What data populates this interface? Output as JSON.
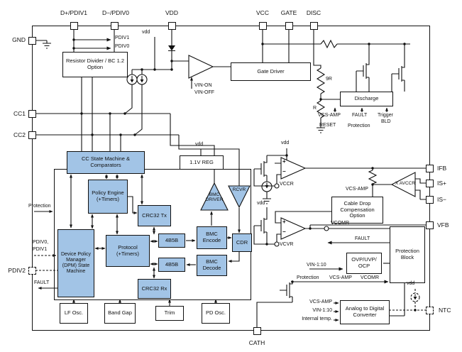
{
  "pins": {
    "d_plus_pdiv1": "D+/PDIV1",
    "d_minus_pdiv0": "D−/PDIV0",
    "vdd": "VDD",
    "vcc": "VCC",
    "gate": "GATE",
    "disc": "DISC",
    "gnd": "GND",
    "cc1": "CC1",
    "cc2": "CC2",
    "pdiv2": "PDIV2",
    "ifb": "IFB",
    "is_plus": "IS+",
    "is_minus": "IS−",
    "vfb": "VFB",
    "ntc": "NTC",
    "cath": "CATH"
  },
  "blocks": {
    "resistor_divider": "Resistor Divider / BC 1.2 Option",
    "gate_driver": "Gate Driver",
    "discharge": "Discharge",
    "reg_1v1": "1.1V REG",
    "cc_state_machine": "CC State Machine & Comparators",
    "policy_engine": "Policy Engine (+Timers)",
    "crc32_tx": "CRC32 Tx",
    "dpm": "Device Policy Manager (DPM) State Machine",
    "protocol": "Protocol (+Timers)",
    "encoder_4b5b": "4B5B",
    "decoder_4b5b": "4B5B",
    "bmc_encode": "BMC Encode",
    "cdr": "CDR",
    "bmc_decode": "BMC Decode",
    "crc32_rx": "CRC32 Rx",
    "bmc_driver": "BMC DRIVER",
    "rcvr": "RCVR",
    "x_gain": "X AVCCR",
    "cable_drop": "Cable Drop Compensation Option",
    "ovp_uvp_ocp": "OVP/UVP/ OCP",
    "protection_block": "Protection Block",
    "adc": "Analog to Digital Converter",
    "lf_osc": "LF Osc.",
    "band_gap": "Band Gap",
    "trim": "Trim",
    "pd_osc": "PD Osc."
  },
  "labels": {
    "pdiv1": "PDIV1",
    "pdiv0": "PDIV0",
    "vdd_top_left": "vdd",
    "vin_on": "VIN-ON",
    "vin_off": "VIN-OFF",
    "r9": "9R",
    "r": "R",
    "dis_vcs_amp": "VCS-AMP",
    "dis_fault": "FAULT",
    "dis_trigger": "Trigger",
    "dis_bld": "BLD",
    "dis_reset": "RESET",
    "dis_protection": "Protection",
    "vdd_reg": "vdd",
    "protection_in": "Protection",
    "pdiv0_in": "PDIV0,",
    "pdiv1_in": "PDIV1",
    "fault_out": "FAULT",
    "vdd_amp1": "vdd",
    "vccr": "VCCR",
    "vdd_amp2": "vdd",
    "vcvr": "VCVR",
    "vcs_amp_sense": "VCS-AMP",
    "vcomr": "VCOMR",
    "fault_mid": "FAULT",
    "vin_div_ovp": "VIN-1:10",
    "bus_protection": "Protection",
    "bus_vcs_amp": "VCS-AMP",
    "bus_vcomr": "VCOMR",
    "adc_vcs_amp": "VCS-AMP",
    "adc_vin_div": "VIN-1:10",
    "adc_int_temp": "Internal temp.",
    "vdd_ntc": "vdd",
    "plus": "+",
    "minus": "−"
  },
  "colors": {
    "block_blue": "#A2C4E6",
    "line": "#111111"
  }
}
